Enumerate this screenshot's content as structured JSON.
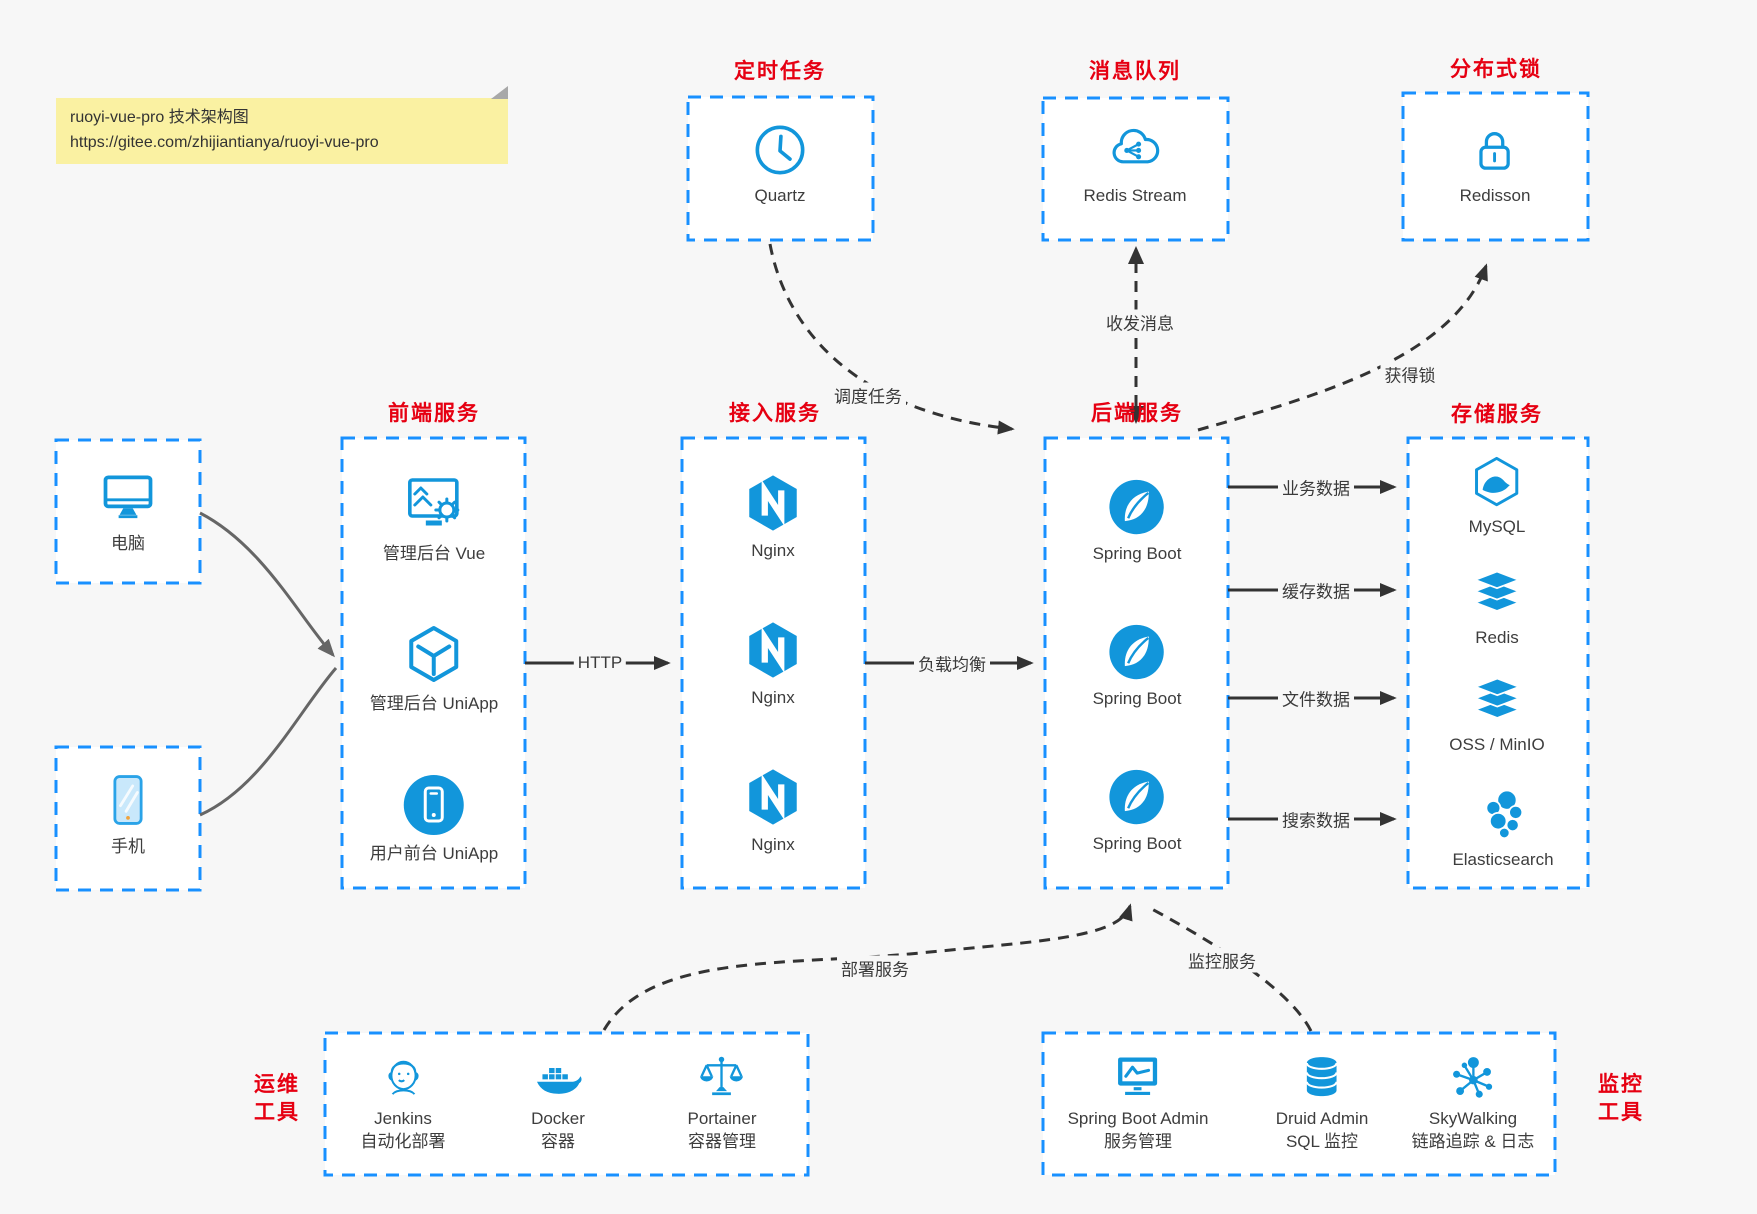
{
  "note": {
    "line1": "ruoyi-vue-pro 技术架构图",
    "line2": "https://gitee.com/zhijiantianya/ruoyi-vue-pro"
  },
  "colors": {
    "page_bg": "#f7f7f7",
    "box_border_blue": "#1890ff",
    "icon_blue": "#1296db",
    "title_red": "#e60012",
    "arrow_dark": "#333333",
    "arrow_gray": "#666666",
    "note_bg": "#faf1a2"
  },
  "groups": {
    "scheduler": {
      "title": "定时任务",
      "items": [
        {
          "label": "Quartz",
          "icon": "clock-icon"
        }
      ]
    },
    "mq": {
      "title": "消息队列",
      "items": [
        {
          "label": "Redis Stream",
          "icon": "cloud-share-icon"
        }
      ]
    },
    "lock": {
      "title": "分布式锁",
      "items": [
        {
          "label": "Redisson",
          "icon": "lock-icon"
        }
      ]
    },
    "clients": {
      "items": [
        {
          "label": "电脑",
          "icon": "desktop-icon"
        },
        {
          "label": "手机",
          "icon": "smartphone-icon"
        }
      ]
    },
    "frontend": {
      "title": "前端服务",
      "items": [
        {
          "label": "管理后台 Vue",
          "icon": "admin-vue-icon"
        },
        {
          "label": "管理后台 UniApp",
          "icon": "uniapp-cube-icon"
        },
        {
          "label": "用户前台 UniApp",
          "icon": "user-app-phone-icon"
        }
      ]
    },
    "gateway": {
      "title": "接入服务",
      "items": [
        {
          "label": "Nginx",
          "icon": "nginx-icon"
        },
        {
          "label": "Nginx",
          "icon": "nginx-icon"
        },
        {
          "label": "Nginx",
          "icon": "nginx-icon"
        }
      ]
    },
    "backend": {
      "title": "后端服务",
      "items": [
        {
          "label": "Spring Boot",
          "icon": "spring-boot-icon"
        },
        {
          "label": "Spring Boot",
          "icon": "spring-boot-icon"
        },
        {
          "label": "Spring Boot",
          "icon": "spring-boot-icon"
        }
      ]
    },
    "storage": {
      "title": "存储服务",
      "items": [
        {
          "label": "MySQL",
          "icon": "mysql-icon"
        },
        {
          "label": "Redis",
          "icon": "redis-stack-icon"
        },
        {
          "label": "OSS / MinIO",
          "icon": "oss-stack-icon"
        },
        {
          "label": "Elasticsearch",
          "icon": "elasticsearch-icon"
        }
      ]
    },
    "ops": {
      "title_line1": "运维",
      "title_line2": "工具",
      "items": [
        {
          "line1": "Jenkins",
          "line2": "自动化部署",
          "icon": "jenkins-icon"
        },
        {
          "line1": "Docker",
          "line2": "容器",
          "icon": "docker-icon"
        },
        {
          "line1": "Portainer",
          "line2": "容器管理",
          "icon": "portainer-icon"
        }
      ]
    },
    "monitoring": {
      "title_line1": "监控",
      "title_line2": "工具",
      "items": [
        {
          "line1": "Spring Boot Admin",
          "line2": "服务管理",
          "icon": "spring-boot-admin-icon"
        },
        {
          "line1": "Druid Admin",
          "line2": "SQL 监控",
          "icon": "druid-icon"
        },
        {
          "line1": "SkyWalking",
          "line2": "链路追踪 & 日志",
          "icon": "skywalking-icon"
        }
      ]
    }
  },
  "edges": {
    "http": "HTTP",
    "load_balance": "负载均衡",
    "biz_data": "业务数据",
    "cache_data": "缓存数据",
    "file_data": "文件数据",
    "search_data": "搜索数据",
    "schedule_task": "调度任务",
    "send_receive_msg": "收发消息",
    "acquire_lock": "获得锁",
    "deploy_service": "部署服务",
    "monitor_service": "监控服务"
  }
}
